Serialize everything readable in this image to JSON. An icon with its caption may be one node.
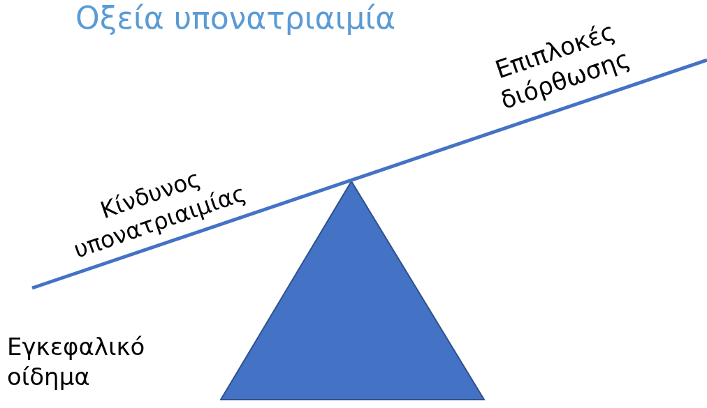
{
  "diagram": {
    "title": "Οξεία υπονατριαιμία",
    "labels": [
      "Επιπλοκές διόρθωσης",
      "Κίνδυνος υπονατριαιμίας",
      "Εγκεφαλικό οίδημα"
    ]
  }
}
